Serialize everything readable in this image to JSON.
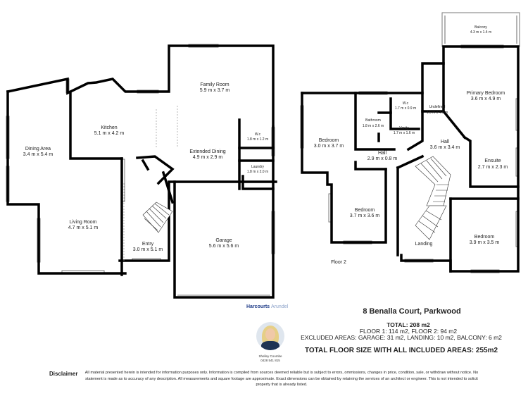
{
  "rooms": {
    "dining": {
      "name": "Dining Area",
      "dim": "3.4 m x 5.4 m"
    },
    "kitchen": {
      "name": "Kitchen",
      "dim": "5.1 m x 4.2 m"
    },
    "family": {
      "name": "Family Room",
      "dim": "5.9 m x 3.7 m"
    },
    "extended": {
      "name": "Extended Dining",
      "dim": "4.9 m x 2.9 m"
    },
    "wc1": {
      "name": "W.c",
      "dim": "1.8 m x 1.2 m"
    },
    "laundry": {
      "name": "Laundry",
      "dim": "1.8 m x 2.0 m"
    },
    "living": {
      "name": "Living Room",
      "dim": "4.7 m x 5.1 m"
    },
    "entry": {
      "name": "Entry",
      "dim": "3.0 m x 5.1 m"
    },
    "garage": {
      "name": "Garage",
      "dim": "5.6 m x 5.6 m"
    },
    "balcony": {
      "name": "Balcony",
      "dim": "4.3 m x 1.4 m"
    },
    "primary": {
      "name": "Primary Bedroom",
      "dim": "3.6 m x 4.9 m"
    },
    "wc2": {
      "name": "W.c",
      "dim": "1.7 m x 0.9 m"
    },
    "undefined": {
      "name": "Undefined",
      "dim": "1.9 m x 4.0 m"
    },
    "bathroom": {
      "name": "Bathroom",
      "dim": "1.8 m x 2.6 m"
    },
    "vanity": {
      "name": "Vanity",
      "dim": "1.7 m x 1.6 m"
    },
    "bed1": {
      "name": "Bedroom",
      "dim": "3.0 m x 3.7 m"
    },
    "hall1": {
      "name": "Hall",
      "dim": "2.9 m x 0.8 m"
    },
    "hall2": {
      "name": "Hall",
      "dim": "3.6 m x 3.4 m"
    },
    "ensuite": {
      "name": "Ensuite",
      "dim": "2.7 m x 2.3 m"
    },
    "bed2": {
      "name": "Bedroom",
      "dim": "3.7 m x 3.6 m"
    },
    "landing": {
      "name": "Landing"
    },
    "bed3": {
      "name": "Bedroom",
      "dim": "3.9 m x 3.5 m"
    }
  },
  "floor2_label": "Floor 2",
  "brand": {
    "name": "Harcourts",
    "sub": "Arundel",
    "color": "#1f3c88"
  },
  "agent": {
    "name": "Shelley Coombe",
    "phone": "0428 541 815"
  },
  "summary": {
    "address": "8 Benalla Court, Parkwood",
    "total": "TOTAL: 208 m2",
    "floors": "FLOOR 1: 114 m2, FLOOR 2: 94 m2",
    "excluded": "EXCLUDED AREAS: GARAGE: 31 m2, LANDING: 10 m2, BALCONY: 6 m2",
    "grand": "TOTAL FLOOR SIZE WITH ALL INCLUDED AREAS: 255m2"
  },
  "disclaimer": {
    "title": "Disclaimer",
    "text": "All material presented herein is intended for information purposes only. Information is compiled from sources deemed reliable but is subject to errors, ommissions, changes in price, condition, sale, or withdraw without notice. No statement is made as to accuracy of any description. All measurements and square footage are approximate. Exact dimensions can be obtained by retaining the services of an architect or engineer. This is not intended to solicit property that is already listed."
  }
}
